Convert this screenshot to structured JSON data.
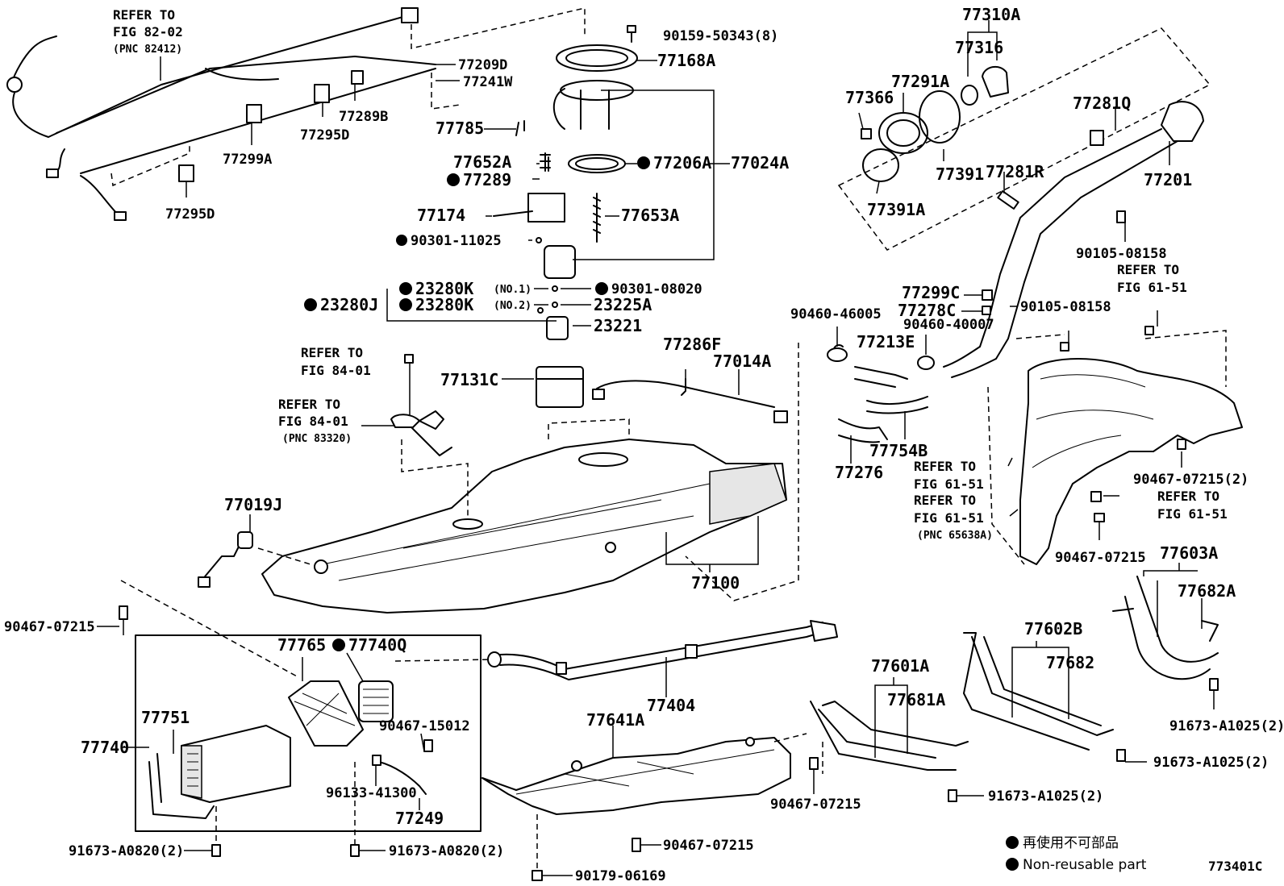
{
  "figure_id": "773401C",
  "legend": {
    "marker_icon": "filled-circle-icon",
    "items": [
      {
        "text": "再使用不可部品"
      },
      {
        "text": "Non-reusable part"
      }
    ]
  },
  "refs": {
    "fig82": {
      "l1": "REFER TO",
      "l2": "FIG 82-02",
      "l3": "(PNC 82412)"
    },
    "fig84a": {
      "l1": "REFER TO",
      "l2": "FIG 84-01"
    },
    "fig84b": {
      "l1": "REFER TO",
      "l2": "FIG 84-01",
      "l3": "(PNC 83320)"
    },
    "fig61a": {
      "l1": "REFER TO",
      "l2": "FIG 61-51"
    },
    "fig61b": {
      "l1": "REFER TO",
      "l2": "FIG 61-51"
    },
    "fig61c": {
      "l1": "REFER TO",
      "l2": "FIG 61-51",
      "l3": "(PNC 65638A)"
    },
    "fig61d": {
      "l1": "REFER TO",
      "l2": "FIG 61-51"
    }
  },
  "parts": {
    "p77209D": "77209D",
    "p77241W": "77241W",
    "p77289B": "77289B",
    "p77295D_a": "77295D",
    "p77299A": "77299A",
    "p77295D_b": "77295D",
    "p90159": "90159-50343(8)",
    "p77168A": "77168A",
    "p77785": "77785",
    "p77652A": "77652A",
    "p77206A": "77206A",
    "p77024A": "77024A",
    "p77289": "77289",
    "p77174": "77174",
    "p77653A": "77653A",
    "p90301_11025": "90301-11025",
    "p23280K_1": "23280K",
    "p23280K_1_note": "(NO.1)",
    "p23280K_2": "23280K",
    "p23280K_2_note": "(NO.2)",
    "p23280J": "23280J",
    "p90301_08020": "90301-08020",
    "p23225A": "23225A",
    "p23221": "23221",
    "p77131C": "77131C",
    "p77286F": "77286F",
    "p77014A": "77014A",
    "p77019J": "77019J",
    "p77100": "77100",
    "p77310A": "77310A",
    "p77316": "77316",
    "p77291A": "77291A",
    "p77366": "77366",
    "p77391": "77391",
    "p77391A": "77391A",
    "p77281Q": "77281Q",
    "p77281R": "77281R",
    "p77201": "77201",
    "p90105_08158_a": "90105-08158",
    "p90105_08158_b": "90105-08158",
    "p77299C": "77299C",
    "p77278C": "77278C",
    "p90460_46005": "90460-46005",
    "p90460_40007": "90460-40007",
    "p77213E": "77213E",
    "p77754B": "77754B",
    "p77276": "77276",
    "p90467_07215_2a": "90467-07215(2)",
    "p90467_07215_r": "90467-07215",
    "p77603A": "77603A",
    "p77682A": "77682A",
    "p77602B": "77602B",
    "p77682": "77682",
    "p77601A": "77601A",
    "p77681A": "77681A",
    "p91673_A1025_a": "91673-A1025(2)",
    "p91673_A1025_b": "91673-A1025(2)",
    "p91673_A1025_c": "91673-A1025(2)",
    "p90467_07215_l": "90467-07215",
    "p77765": "77765",
    "p77740Q": "77740Q",
    "p77751": "77751",
    "p77740": "77740",
    "p90467_15012": "90467-15012",
    "p96133_41300": "96133-41300",
    "p77249": "77249",
    "p77404": "77404",
    "p77641A": "77641A",
    "p90467_07215_m": "90467-07215",
    "p90467_07215_b": "90467-07215",
    "p91673_A0820_a": "91673-A0820(2)",
    "p91673_A0820_b": "91673-A0820(2)",
    "p90179_06169": "90179-06169"
  }
}
